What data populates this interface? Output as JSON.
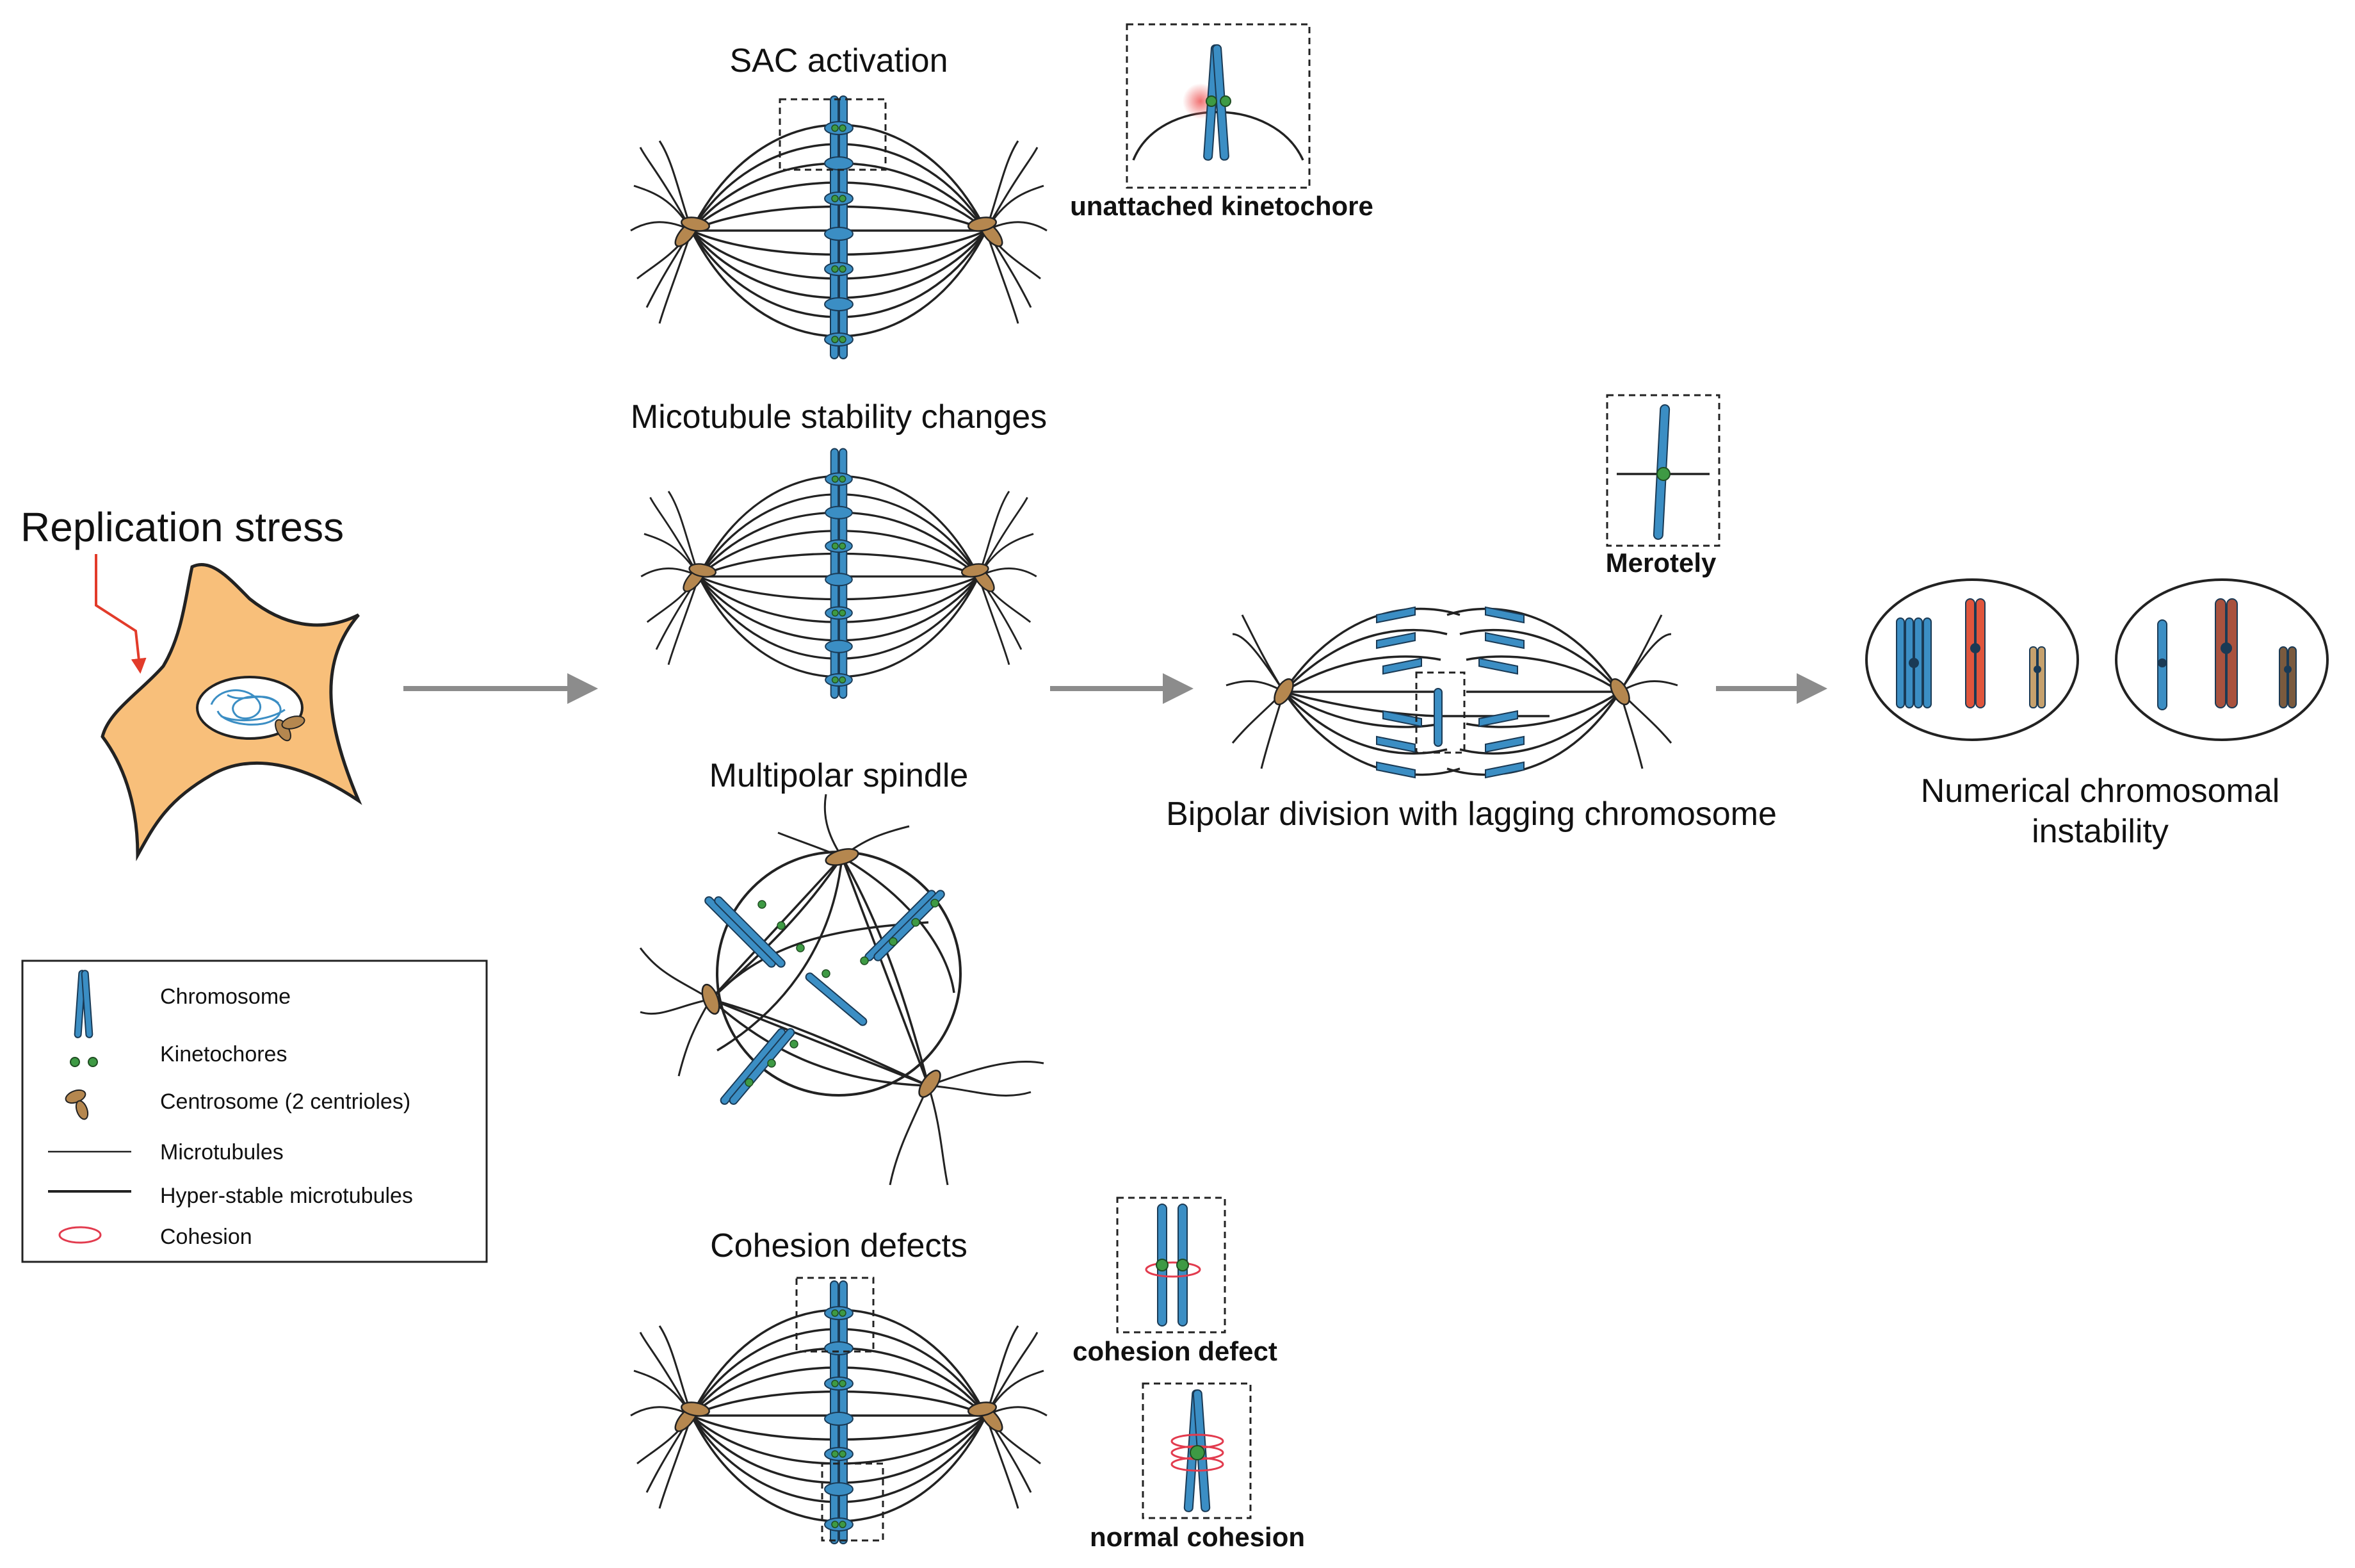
{
  "colors": {
    "chromosome": "#3b8ec4",
    "kinetochore": "#3e9a44",
    "centrosome": "#b5874f",
    "cell": "#f8bf7a",
    "arrow": "#8c8c8c",
    "stress_arrow": "#e23b2a",
    "cohesion": "#e23b4e",
    "chromosome_red": "#e0553c",
    "chromosome_tan": "#c6a16d",
    "chromosome_brown": "#a9523e",
    "chromosome_dark_brown": "#7a5a3e"
  },
  "labels": {
    "replication_stress": "Replication stress",
    "sac_activation": "SAC activation",
    "unattached_kinetochore": "unattached kinetochore",
    "microtubule_stability": "Micotubule stability changes",
    "multipolar_spindle": "Multipolar spindle",
    "cohesion_defects": "Cohesion defects",
    "cohesion_defect": "cohesion defect",
    "normal_cohesion": "normal cohesion",
    "merotely": "Merotely",
    "bipolar_division": "Bipolar division with lagging chromosome",
    "numerical_cin_line1": "Numerical chromosomal",
    "numerical_cin_line2": "instability"
  },
  "legend": {
    "items": [
      {
        "icon": "chromosome-icon",
        "label": "Chromosome"
      },
      {
        "icon": "kinetochore-icon",
        "label": "Kinetochores"
      },
      {
        "icon": "centrosome-icon",
        "label": "Centrosome (2 centrioles)"
      },
      {
        "icon": "microtubule-line-icon",
        "label": "Microtubules"
      },
      {
        "icon": "hyperstable-microtubule-line-icon",
        "label": "Hyper-stable microtubules"
      },
      {
        "icon": "cohesion-ring-icon",
        "label": "Cohesion"
      }
    ]
  }
}
